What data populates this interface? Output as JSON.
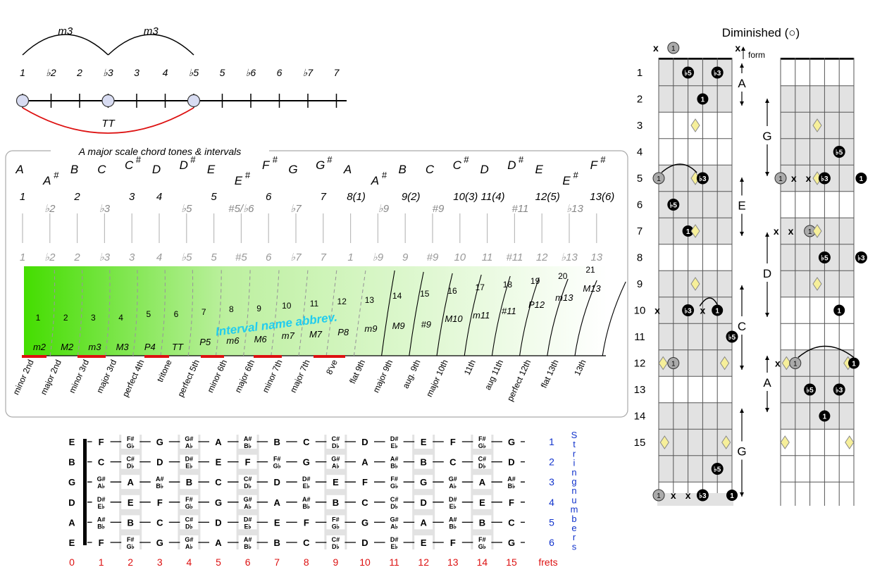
{
  "top_scale": {
    "degrees": [
      "1",
      "♭2",
      "2",
      "♭3",
      "3",
      "4",
      "♭5",
      "5",
      "♭6",
      "6",
      "♭7",
      "7"
    ],
    "interval_labels": [
      "m3",
      "m3"
    ],
    "tritone_label": "TT"
  },
  "major_scale_panel": {
    "title": "A major scale chord tones & intervals",
    "notes": [
      "A",
      "A#",
      "B",
      "C",
      "C#",
      "D",
      "D#",
      "E",
      "E#",
      "F#",
      "G",
      "G#",
      "A",
      "A#",
      "B",
      "C",
      "C#",
      "D",
      "D#",
      "E",
      "E#",
      "F#"
    ],
    "chord_tones": [
      "1",
      "♭2",
      "2",
      "♭3",
      "3",
      "4",
      "♭5",
      "5",
      "#5/♭6",
      "6",
      "♭7",
      "7",
      "8(1)",
      "♭9",
      "9(2)",
      "#9",
      "10(3)",
      "11(4)",
      "#11",
      "12(5)",
      "♭13",
      "13(6)"
    ],
    "lower_degrees": [
      "1",
      "♭2",
      "2",
      "♭3",
      "3",
      "4",
      "♭5",
      "5",
      "#5",
      "6",
      "♭7",
      "7",
      "1",
      "♭9",
      "9",
      "#9",
      "10",
      "11",
      "#11",
      "12",
      "♭13",
      "13"
    ],
    "semitones": [
      "1",
      "2",
      "3",
      "4",
      "5",
      "6",
      "7",
      "8",
      "9",
      "10",
      "11",
      "12",
      "13",
      "14",
      "15",
      "16",
      "17",
      "18",
      "19",
      "20",
      "21"
    ],
    "abbrev_title": "Interval name abbrev.",
    "abbrevs": [
      "m2",
      "M2",
      "m3",
      "M3",
      "P4",
      "TT",
      "P5",
      "m6",
      "M6",
      "m7",
      "M7",
      "P8",
      "m9",
      "M9",
      "#9",
      "M10",
      "m11",
      "#11",
      "P12",
      "m13",
      "M13"
    ],
    "names": [
      "minor 2nd",
      "major 2nd",
      "minor 3rd",
      "major 3rd",
      "perfect 4th",
      "tritone",
      "perfect 5th",
      "minor 6th",
      "major 6th",
      "minor 7th",
      "major 7th",
      "8've",
      "flat 9th",
      "major 9th",
      "aug. 9th",
      "major 10th",
      "11th",
      "aug 11th",
      "perfect 12th",
      "flat 13th",
      "13th"
    ]
  },
  "fretboard": {
    "open_strings": [
      "E",
      "B",
      "G",
      "D",
      "A",
      "E"
    ],
    "rows": [
      [
        "F",
        "F#/G♭",
        "G",
        "G#/A♭",
        "A",
        "A#/B♭",
        "B",
        "C",
        "C#/D♭",
        "D",
        "D#/E♭",
        "E",
        "F",
        "F#/G♭",
        "G"
      ],
      [
        "C",
        "C#/D♭",
        "D",
        "D#/E♭",
        "E",
        "F",
        "F#/G♭",
        "G",
        "G#/A♭",
        "A",
        "A#/B♭",
        "B",
        "C",
        "C#/D♭",
        "D"
      ],
      [
        "G#/A♭",
        "A",
        "A#/B♭",
        "B",
        "C",
        "C#/D♭",
        "D",
        "D#/E♭",
        "E",
        "F",
        "F#/G♭",
        "G",
        "G#/A♭",
        "A",
        "A#/B♭"
      ],
      [
        "D#/E♭",
        "E",
        "F",
        "F#/G♭",
        "G",
        "G#/A♭",
        "A",
        "A#/B♭",
        "B",
        "C",
        "C#/D♭",
        "D",
        "D#/E♭",
        "E",
        "F"
      ],
      [
        "A#/B♭",
        "B",
        "C",
        "C#/D♭",
        "D",
        "D#/E♭",
        "E",
        "F",
        "F#/G♭",
        "G",
        "G#/A♭",
        "A",
        "A#/B♭",
        "B",
        "C"
      ],
      [
        "F",
        "F#/G♭",
        "G",
        "G#/A♭",
        "A",
        "A#/B♭",
        "B",
        "C",
        "C#/D♭",
        "D",
        "D#/E♭",
        "E",
        "F",
        "F#/G♭",
        "G"
      ]
    ],
    "string_numbers": [
      "1",
      "2",
      "3",
      "4",
      "5",
      "6"
    ],
    "string_numbers_label": "String numbers",
    "fret_numbers": [
      "0",
      "1",
      "2",
      "3",
      "4",
      "5",
      "6",
      "7",
      "8",
      "9",
      "10",
      "11",
      "12",
      "13",
      "14",
      "15"
    ],
    "frets_label": "frets"
  },
  "diminished": {
    "title": "Diminished (○)",
    "form_label": "form",
    "fret_numbers": [
      "1",
      "2",
      "3",
      "4",
      "5",
      "6",
      "7",
      "8",
      "9",
      "10",
      "11",
      "12",
      "13",
      "14",
      "15"
    ],
    "left_forms": [
      "A",
      "E",
      "C",
      "G"
    ],
    "right_forms": [
      "G",
      "D",
      "A"
    ],
    "mute": "x",
    "root": "1",
    "flat3": "♭3",
    "flat5": "♭5"
  },
  "colors": {
    "red": "#dd1111",
    "blue": "#1133cc",
    "green": "#44dd00",
    "cyan": "#22ccee",
    "grey": "#999999"
  }
}
